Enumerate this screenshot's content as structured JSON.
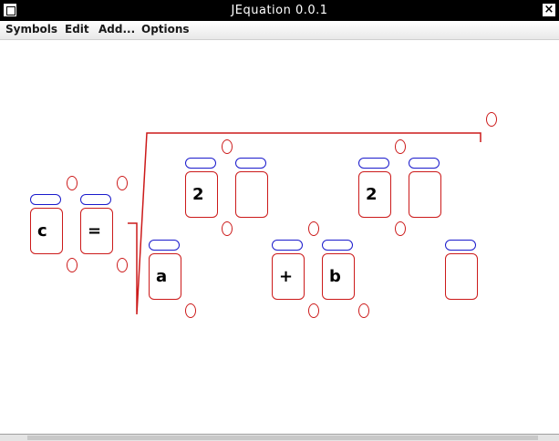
{
  "window": {
    "title": "JEquation 0.0.1"
  },
  "menubar": {
    "items": [
      "Symbols",
      "Edit",
      "Add...",
      "Options"
    ]
  },
  "equation": {
    "lhs": [
      "c",
      "="
    ],
    "radicand_top": [
      "2",
      "",
      "2",
      ""
    ],
    "radicand_bottom": [
      "a",
      "+",
      "b",
      ""
    ]
  },
  "colors": {
    "box_border": "#cc1a1a",
    "cap_border": "#1a1acc",
    "radical": "#cc1a1a"
  },
  "icons": {
    "window_menu": "window-menu-icon",
    "close": "close-icon"
  }
}
